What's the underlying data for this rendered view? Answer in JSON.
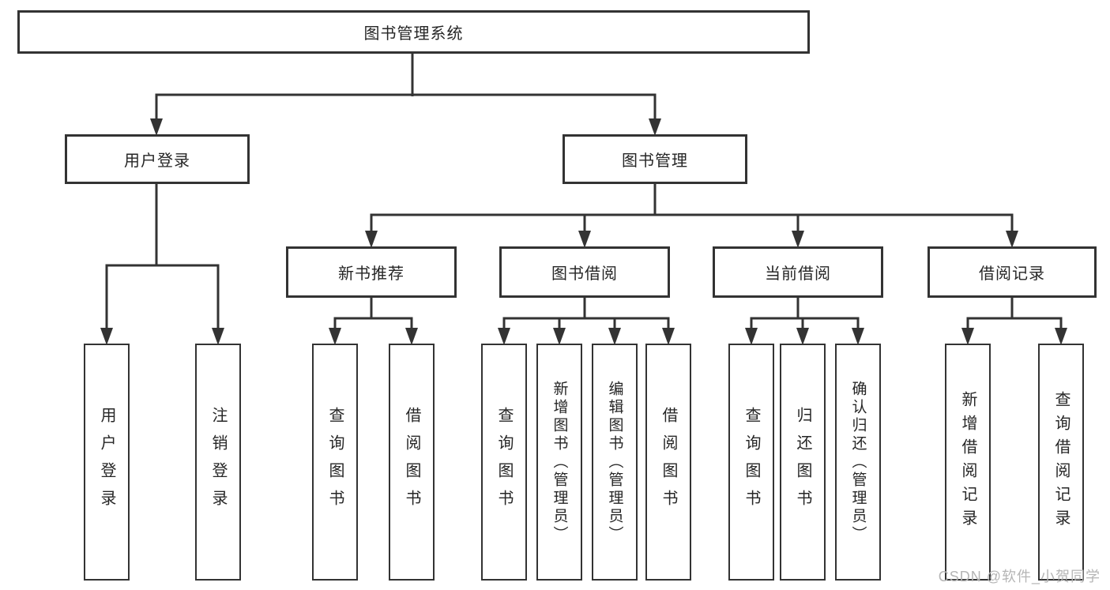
{
  "diagram": {
    "root_label": "图书管理系统",
    "branches": [
      {
        "label": "用户登录",
        "children": [
          {
            "label": "用户登录"
          },
          {
            "label": "注销登录"
          }
        ]
      },
      {
        "label": "图书管理",
        "groups": [
          {
            "label": "新书推荐",
            "children": [
              {
                "label": "查询图书"
              },
              {
                "label": "借阅图书"
              }
            ]
          },
          {
            "label": "图书借阅",
            "children": [
              {
                "label": "查询图书"
              },
              {
                "label": "新增图书（管理员）"
              },
              {
                "label": "编辑图书（管理员）"
              },
              {
                "label": "借阅图书"
              }
            ]
          },
          {
            "label": "当前借阅",
            "children": [
              {
                "label": "查询图书"
              },
              {
                "label": "归还图书"
              },
              {
                "label": "确认归还（管理员）"
              }
            ]
          },
          {
            "label": "借阅记录",
            "children": [
              {
                "label": "新增借阅记录"
              },
              {
                "label": "查询借阅记录"
              }
            ]
          }
        ]
      }
    ]
  },
  "watermark": {
    "text": "CSDN @软件_小贺同学"
  },
  "colors": {
    "line": "#333333",
    "text": "#262626",
    "watermark": "#b5b5b5",
    "background": "#ffffff"
  }
}
